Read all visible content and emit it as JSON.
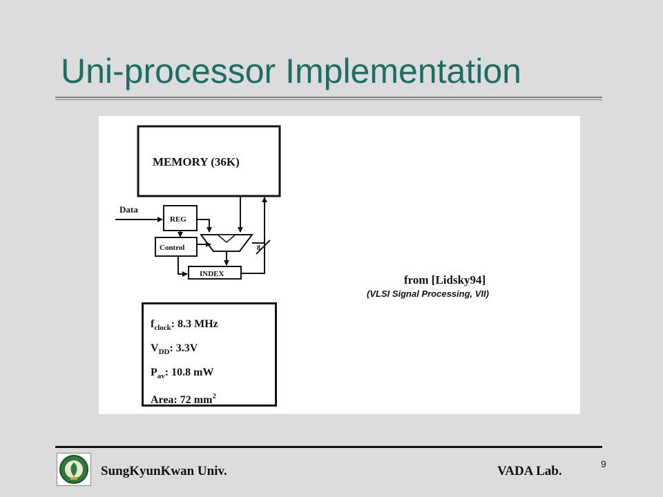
{
  "slide": {
    "title": "Uni-processor Implementation",
    "page_number": "9"
  },
  "diagram": {
    "memory_label": "MEMORY (36K)",
    "data_label": "Data",
    "reg_label": "REG",
    "control_label": "Control",
    "index_label": "INDEX",
    "bus_width_label": "8"
  },
  "specs": {
    "fclock": {
      "symbol": "f",
      "sub": "clock",
      "value": ": 8.3 MHz"
    },
    "vdd": {
      "symbol": "V",
      "sub": "DD",
      "value": ": 3.3V"
    },
    "pav": {
      "symbol": "P",
      "sub": "av",
      "value": ": 10.8 mW"
    },
    "area": {
      "label": "Area: 72 mm",
      "sup": "2"
    }
  },
  "citation": {
    "line1": "from [Lidsky94]",
    "line2": "(VLSI Signal Processing, VII)"
  },
  "footer": {
    "left": "SungKyunKwan Univ.",
    "right": "VADA Lab."
  }
}
